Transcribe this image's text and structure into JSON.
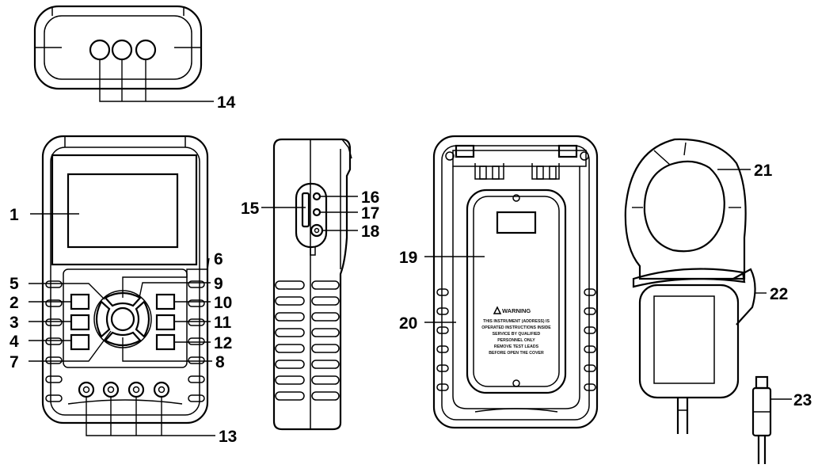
{
  "callouts": [
    {
      "id": "1",
      "text": "1"
    },
    {
      "id": "2",
      "text": "2"
    },
    {
      "id": "3",
      "text": "3"
    },
    {
      "id": "4",
      "text": "4"
    },
    {
      "id": "5",
      "text": "5"
    },
    {
      "id": "6",
      "text": "6"
    },
    {
      "id": "7",
      "text": "7"
    },
    {
      "id": "8",
      "text": "8"
    },
    {
      "id": "9",
      "text": "9"
    },
    {
      "id": "10",
      "text": "10"
    },
    {
      "id": "11",
      "text": "11"
    },
    {
      "id": "12",
      "text": "12"
    },
    {
      "id": "13",
      "text": "13"
    },
    {
      "id": "14",
      "text": "14"
    },
    {
      "id": "15",
      "text": "15"
    },
    {
      "id": "16",
      "text": "16"
    },
    {
      "id": "17",
      "text": "17"
    },
    {
      "id": "18",
      "text": "18"
    },
    {
      "id": "19",
      "text": "19"
    },
    {
      "id": "20",
      "text": "20"
    },
    {
      "id": "21",
      "text": "21"
    },
    {
      "id": "22",
      "text": "22"
    },
    {
      "id": "23",
      "text": "23"
    }
  ],
  "back_label": {
    "title": "WARNING",
    "lines": [
      "THIS INSTRUMENT (ADDRESS) IS",
      "OPERATED INSTRUCTIONS INSIDE",
      "SERVICE BY QUALIFIED",
      "PERSONNEL ONLY",
      "REMOVE TEST LEADS",
      "BEFORE OPEN THE COVER"
    ]
  }
}
